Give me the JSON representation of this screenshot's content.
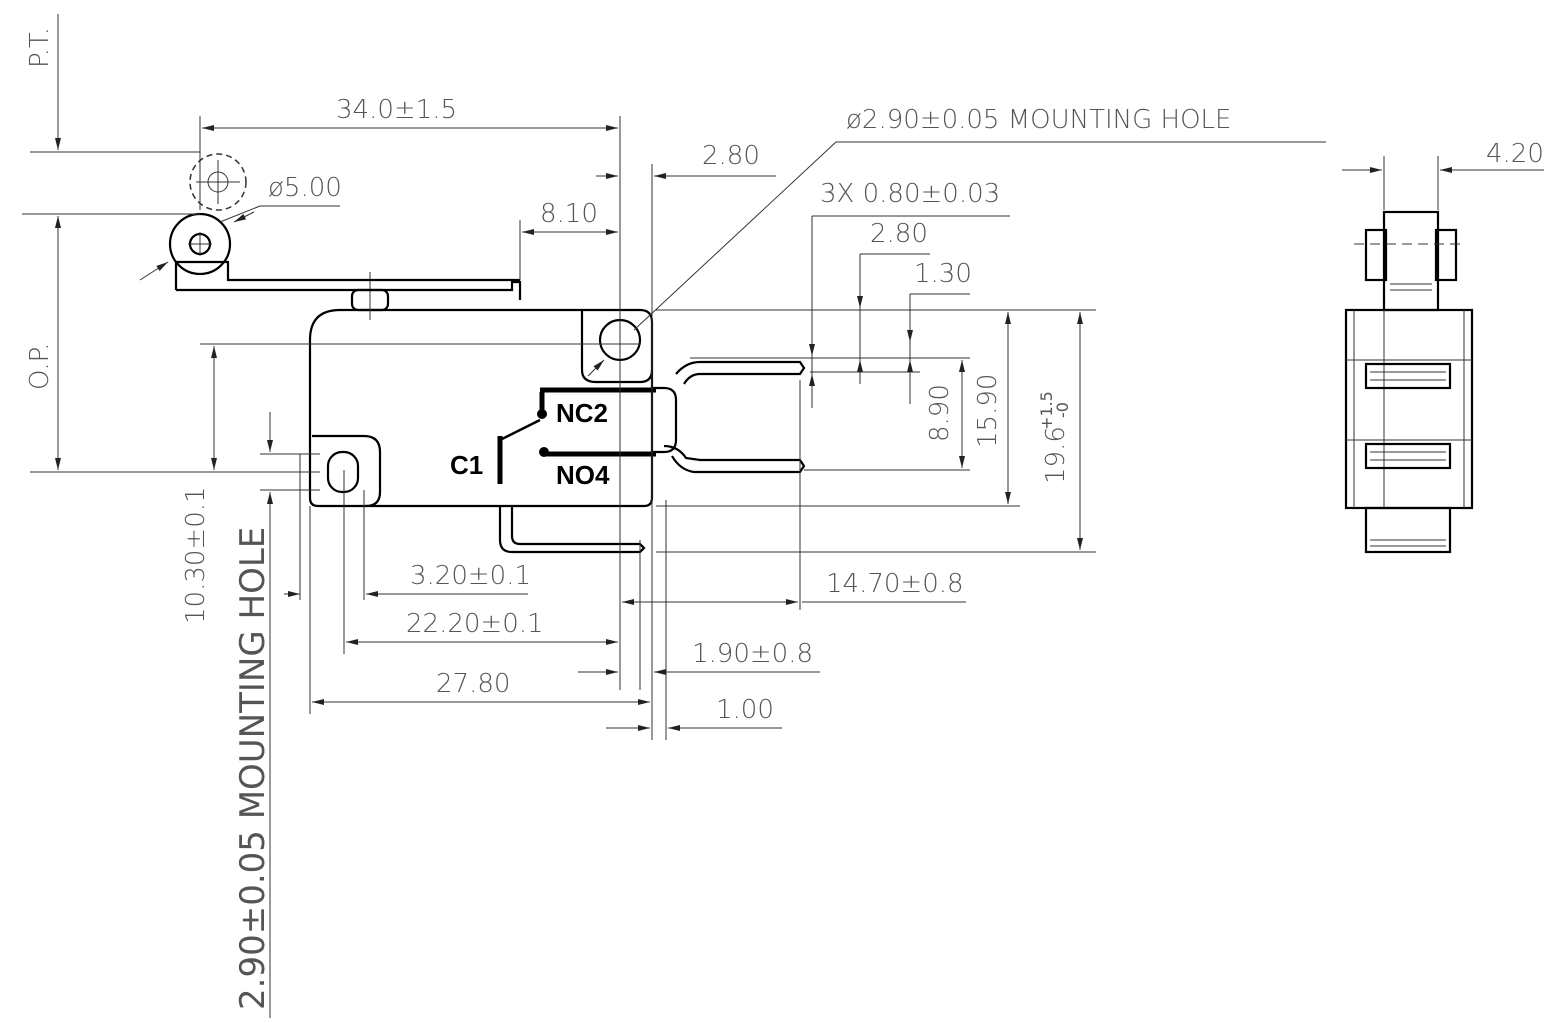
{
  "dimensions": {
    "pt": "P.T.",
    "op": "O.P.",
    "overall_length": "34.0±1.5",
    "roller_dia": "ø5.00",
    "mounting_hole_top": "ø2.90±0.05 MOUNTING HOLE",
    "d_280_top": "2.80",
    "d_810": "8.10",
    "terminal_thk": "3X  0.80±0.03",
    "d_280_mid": "2.80",
    "d_130": "1.30",
    "d_890": "8.90",
    "d_1590": "15.90",
    "d_196_base": "19.6",
    "d_196_tol_plus": "+1.5",
    "d_196_tol_minus": "-0",
    "d_1030": "10.30±0.1",
    "mounting_hole_side": "2.90±0.05 MOUNTING HOLE",
    "d_320": "3.20±0.1",
    "d_2220": "22.20±0.1",
    "d_2780": "27.80",
    "d_1470": "14.70±0.8",
    "d_190": "1.90±0.8",
    "d_100": "1.00",
    "d_420": "4.20"
  },
  "terminals": {
    "nc": "NC2",
    "com": "C1",
    "no": "NO4"
  }
}
